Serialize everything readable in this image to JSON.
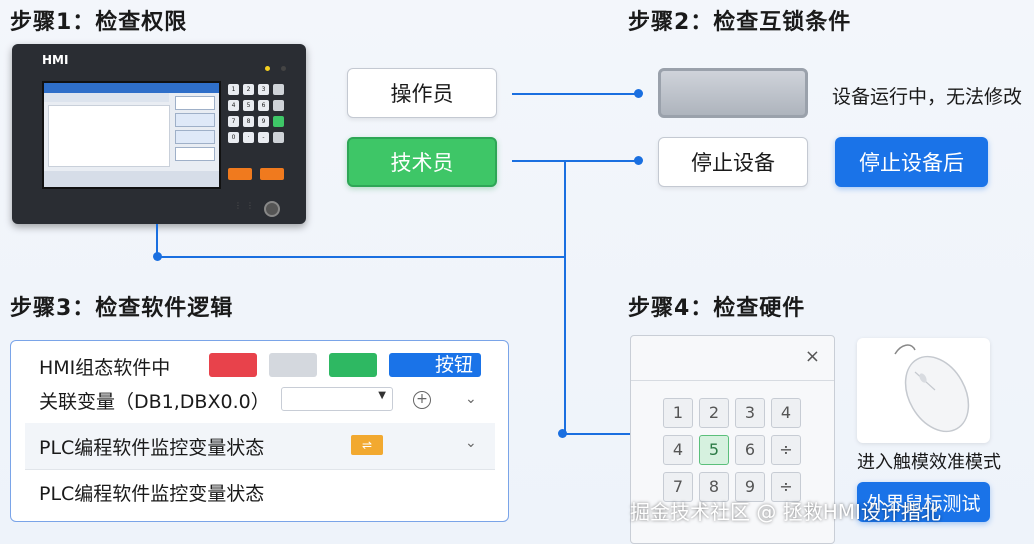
{
  "steps": {
    "step1": "步骤1：检查权限",
    "step2": "步骤2：检查互锁条件",
    "step3": "步骤3：检查软件逻辑",
    "step4": "步骤4：检查硬件"
  },
  "hmi": {
    "label": "HMI",
    "keys": [
      "1",
      "2",
      "3",
      "4",
      "5",
      "6",
      "7",
      "8",
      "9",
      "0",
      "·",
      "-"
    ]
  },
  "roles": {
    "operator": "操作员",
    "technician": "技术员"
  },
  "interlock": {
    "running_text": "设备运行中，无法修改",
    "stop_button": "停止设备",
    "after_stop_button": "停止设备后"
  },
  "software": {
    "row1_label": "HMI组态软件中",
    "row1_button": "按钮",
    "row2_label": "关联变量（DB1,DBX0.0）",
    "row3_label": "PLC编程软件监控变量状态",
    "row4_label": "PLC编程软件监控变量状态",
    "swatch_colors": [
      "#e8424b",
      "#d4d8de",
      "#2eb862",
      "#1a73e8"
    ]
  },
  "hardware": {
    "close_symbol": "×",
    "keypad": [
      [
        "1",
        "2",
        "3",
        "4"
      ],
      [
        "4",
        "5",
        "6",
        "÷"
      ],
      [
        "7",
        "8",
        "9",
        "÷"
      ]
    ],
    "selected_key": "5",
    "mouse_caption": "进入触模效准模式",
    "external_mouse_button": "外界鼠标测试"
  },
  "watermark": "掘金技术社区 @ 拯救HMI设计指北",
  "colors": {
    "accent": "#1a6fe0",
    "green": "#3ec667",
    "orange": "#f07a1e"
  }
}
